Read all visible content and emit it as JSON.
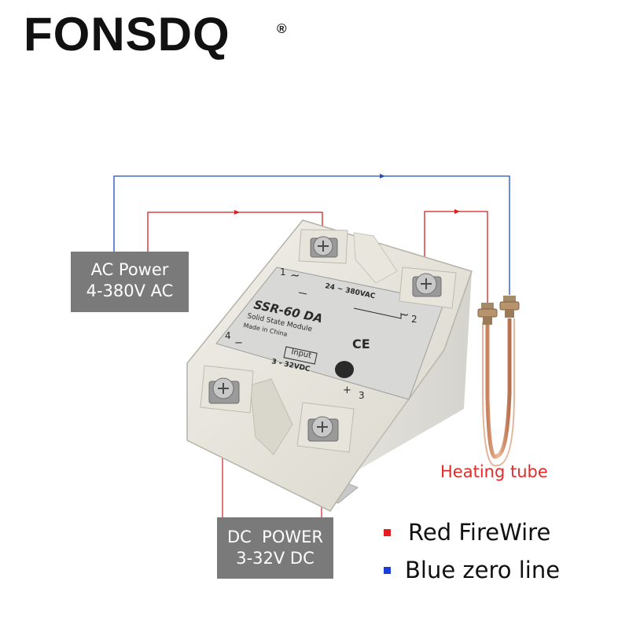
{
  "brand": {
    "name": "FONSDQ",
    "reg": "®"
  },
  "labels": {
    "ac_line1": "AC Power",
    "ac_line2": "4-380V AC",
    "dc_line1": "DC  POWER",
    "dc_line2": "3-32V DC",
    "heating": "Heating tube"
  },
  "relay": {
    "model": "SSR-60 DA",
    "desc": "Solid State Module",
    "origin": "Made in China",
    "voltage_ac": "24 ~ 380VAC",
    "input": "Input",
    "voltage_dc": "3 - 32VDC",
    "ce": "CE",
    "term1": "1",
    "term2": "2",
    "term3": "3",
    "term4": "4",
    "tilde": "~",
    "minus": "−",
    "plus": "+"
  },
  "legend": {
    "red": "Red FireWire",
    "blue": "Blue zero line"
  },
  "colors": {
    "red_wire": "#d42020",
    "blue_wire": "#1f4fbf",
    "label_bg": "#7a7a7a",
    "heating_text": "#e32b2b",
    "legend_red": "#e81e1e",
    "legend_blue": "#1a3fd6"
  }
}
